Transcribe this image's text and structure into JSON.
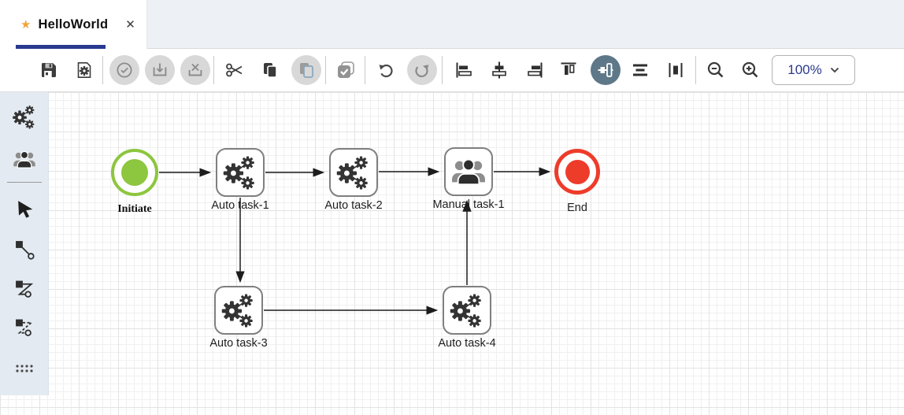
{
  "tab_bar": {
    "active_tab": {
      "label": "HelloWorld",
      "modified": true,
      "modified_glyph": "★",
      "close_glyph": "✕"
    }
  },
  "toolbar": {
    "zoom_level": "100%",
    "items": [
      "save",
      "file-settings",
      "validate",
      "import",
      "cancel",
      "cut",
      "copy",
      "paste",
      "multi-select",
      "undo",
      "redo",
      "align-left",
      "align-center",
      "align-right",
      "align-top",
      "align-middle",
      "distribute-vertical",
      "distribute-horizontal",
      "zoom-out",
      "zoom-in",
      "zoom-select"
    ],
    "disabled_items": [
      "validate",
      "import",
      "cancel",
      "paste",
      "redo"
    ],
    "active_item": "align-middle"
  },
  "sidebar": {
    "tools": [
      "auto-task",
      "manual-task",
      "select-pointer",
      "straight-connector",
      "elbow-connector",
      "dashed-elbow-connector",
      "grid-dots"
    ]
  },
  "canvas": {
    "nodes": [
      {
        "id": "initiate",
        "type": "start-event",
        "label": "Initiate",
        "color": "#8dc63f"
      },
      {
        "id": "auto1",
        "type": "auto-task",
        "label": "Auto task-1"
      },
      {
        "id": "auto2",
        "type": "auto-task",
        "label": "Auto task-2"
      },
      {
        "id": "manual1",
        "type": "manual-task",
        "label": "Manual task-1"
      },
      {
        "id": "end",
        "type": "end-event",
        "label": "End",
        "color": "#ee3c2a"
      },
      {
        "id": "auto3",
        "type": "auto-task",
        "label": "Auto task-3"
      },
      {
        "id": "auto4",
        "type": "auto-task",
        "label": "Auto task-4"
      }
    ],
    "edges": [
      {
        "from": "Initiate",
        "to": "Auto task-1"
      },
      {
        "from": "Auto task-1",
        "to": "Auto task-2"
      },
      {
        "from": "Auto task-2",
        "to": "Manual task-1"
      },
      {
        "from": "Manual task-1",
        "to": "End"
      },
      {
        "from": "Auto task-1",
        "to": "Auto task-3"
      },
      {
        "from": "Auto task-3",
        "to": "Auto task-4"
      },
      {
        "from": "Auto task-4",
        "to": "Manual task-1"
      }
    ]
  },
  "colors": {
    "start_node": "#8dc63f",
    "end_node": "#ee3c2a",
    "tab_underline": "#28398f",
    "active_tool_bg": "#5e7889",
    "modified_star": "#f2a33c",
    "zoom_text": "#2b3a8c",
    "palette_bg": "#e3eaf1"
  }
}
